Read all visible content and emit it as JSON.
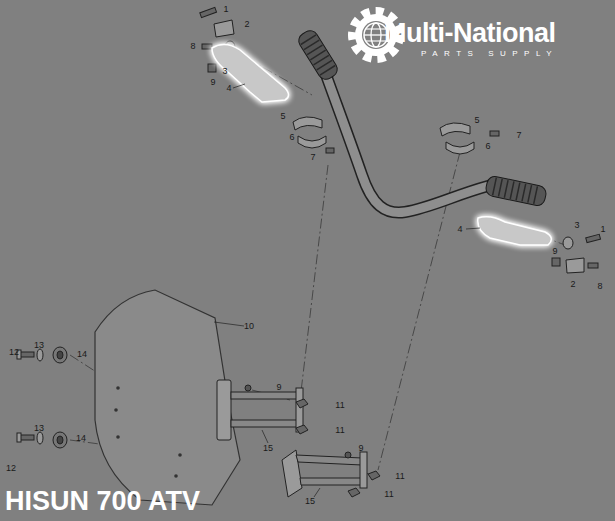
{
  "diagram": {
    "title": "HISUN 700 ATV",
    "labels": [
      "Multi-National",
      "PARTS SUPPLY",
      "1",
      "2",
      "8",
      "3",
      "9",
      "4",
      "5",
      "6",
      "7",
      "5",
      "7",
      "6",
      "3",
      "1",
      "4",
      "9",
      "2",
      "8",
      "10",
      "12",
      "13",
      "14",
      "9",
      "11",
      "11",
      "15",
      "12",
      "13",
      "14",
      "9",
      "11",
      "11",
      "15"
    ]
  }
}
